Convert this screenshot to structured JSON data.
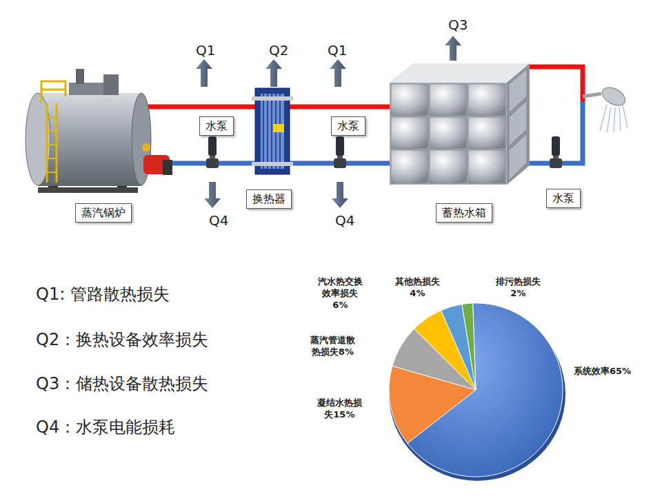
{
  "diagram": {
    "nodes": [
      {
        "text": [
          "蒸汽锅炉"
        ]
      },
      {
        "text": [
          "水泵"
        ]
      },
      {
        "text": [
          "换热器"
        ]
      },
      {
        "text": [
          "水泵"
        ]
      },
      {
        "text": [
          "蓄热水箱"
        ]
      },
      {
        "text": [
          "水泵"
        ]
      }
    ],
    "labels": [
      "Q3",
      "Q1",
      "Q2",
      "Q1",
      "Q4",
      "Q4",
      "Q1:  管路散热损失",
      "Q2：换热设备效率损失",
      "Q3：储热设备散热损失",
      "Q4：水泵电能损耗",
      "汽水热交换 效率损失6%",
      "其他热损失 4%",
      "排污热损失 2%",
      "蒸汽管道散 热损失8%",
      "系统效率65%",
      "凝结水热损 失15%"
    ]
  }
}
